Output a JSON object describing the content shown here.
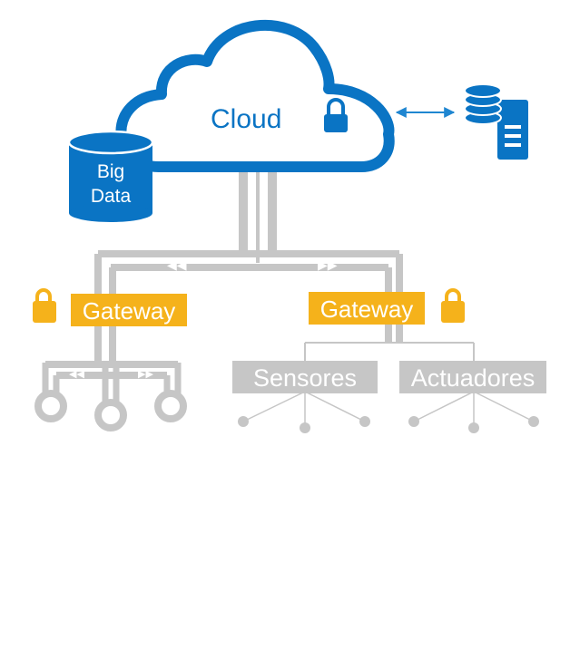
{
  "cloud": {
    "label": "Cloud",
    "icon": "lock-icon"
  },
  "big_data": {
    "line1": "Big",
    "line2": "Data",
    "icon": "database-icon"
  },
  "server": {
    "icon": "server-database-icon"
  },
  "gateways": [
    {
      "label": "Gateway",
      "icon": "lock-icon"
    },
    {
      "label": "Gateway",
      "icon": "lock-icon"
    }
  ],
  "devices": [
    {
      "label": "Sensores"
    },
    {
      "label": "Actuadores"
    }
  ],
  "colors": {
    "cloud_blue": "#0a74c4",
    "gateway_amber": "#f5b21b",
    "connector_gray": "#c6c6c6",
    "arrow_blue": "#1f86d1"
  }
}
